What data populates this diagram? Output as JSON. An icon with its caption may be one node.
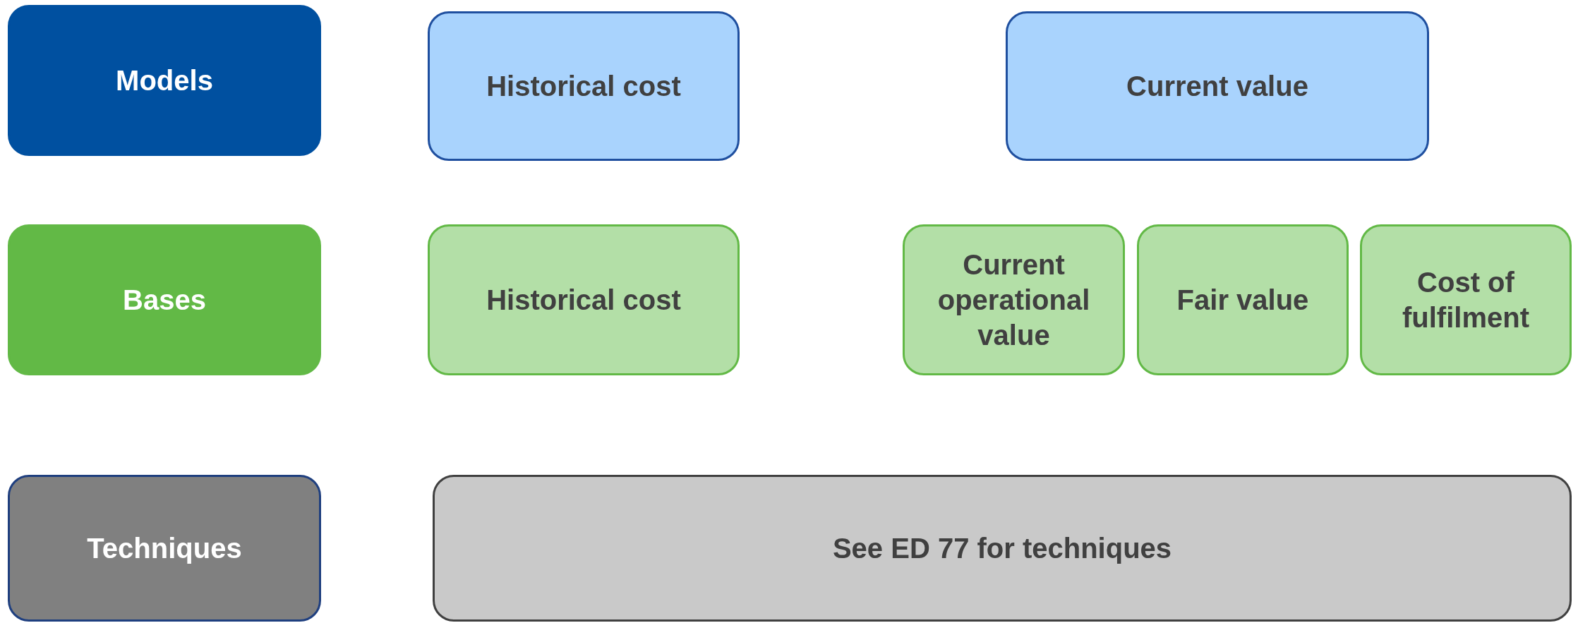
{
  "diagram": {
    "nodes": [
      {
        "text": [
          "Models"
        ]
      },
      {
        "text": [
          "Historical cost"
        ]
      },
      {
        "text": [
          "Current value"
        ]
      },
      {
        "text": [
          "Bases"
        ]
      },
      {
        "text": [
          "Historical cost"
        ]
      },
      {
        "text": [
          "Current operational value"
        ]
      },
      {
        "text": [
          "Fair value"
        ]
      },
      {
        "text": [
          "Cost of fulfilment"
        ]
      },
      {
        "text": [
          "Techniques"
        ]
      },
      {
        "text": [
          "See ED 77 for techniques"
        ]
      }
    ]
  }
}
